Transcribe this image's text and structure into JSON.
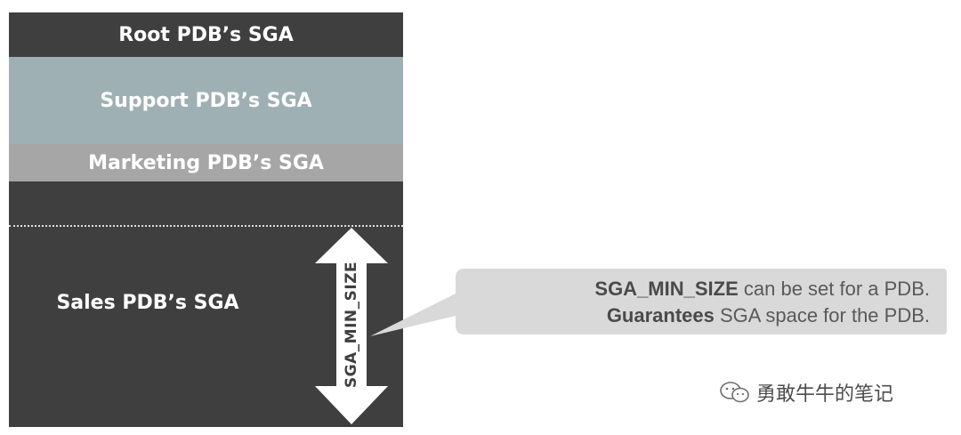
{
  "blocks": {
    "root": "Root PDB’s SGA",
    "support": "Support PDB’s SGA",
    "marketing": "Marketing PDB’s SGA",
    "sales": "Sales PDB’s SGA"
  },
  "arrow_label": "SGA_MIN_SIZE",
  "callout": {
    "line1_bold": "SGA_MIN_SIZE",
    "line1_rest": " can be set for a PDB.",
    "line2_bold": "Guarantees",
    "line2_rest": " SGA space for the PDB."
  },
  "watermark": "勇敢牛牛的笔记",
  "colors": {
    "dark": "#3f3f3f",
    "support": "#9fb0b4",
    "marketing": "#a6a6a6",
    "callout_bg": "#d9d9d9"
  }
}
